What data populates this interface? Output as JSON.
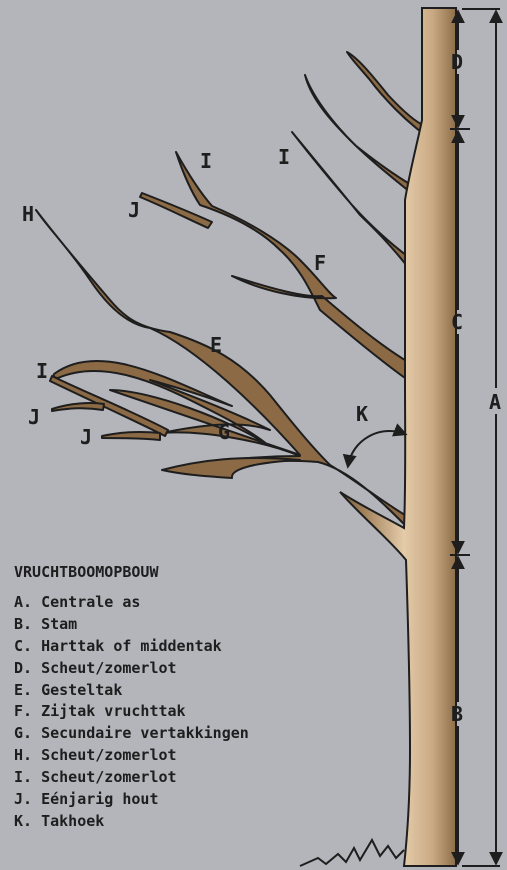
{
  "labels": {
    "A": "A",
    "B": "B",
    "C": "C",
    "D": "D",
    "E": "E",
    "F": "F",
    "G": "G",
    "H": "H",
    "I": "I",
    "J": "J",
    "K": "K"
  },
  "legend": {
    "title": "VRUCHTBOOMOPBOUW",
    "items": [
      "A. Centrale as",
      "B. Stam",
      "C. Harttak of middentak",
      "D. Scheut/zomerlot",
      "E. Gesteltak",
      "F. Zijtak vruchttak",
      "G. Secundaire vertakkingen",
      "H. Scheut/zomerlot",
      "I. Scheut/zomerlot",
      "J. Eénjarig hout",
      "K. Takhoek"
    ]
  },
  "colors": {
    "background": "#b4b5bb",
    "wood": "#8b6a45",
    "outline": "#1e1e1e",
    "trunk_light": "#e2c8a6",
    "trunk_dark": "#8a6a45"
  }
}
